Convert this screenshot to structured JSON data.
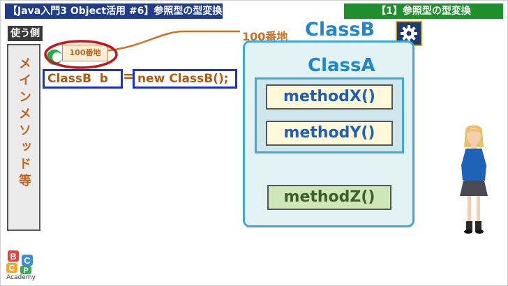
{
  "header": {
    "left_title": "【Java入門3 Object活用 #6】参照型の型変換",
    "right_title": "【1】参照型の型変換"
  },
  "caller": {
    "title": "使う側",
    "vertical_label": "メインメソッド等"
  },
  "code": {
    "declaration": "ClassB  b",
    "equals": "=",
    "instantiation": "new ClassB();"
  },
  "reference": {
    "small_address": "100番地",
    "address_label": "100番地"
  },
  "diagram": {
    "classb_label": "ClassB",
    "classa_label": "ClassA",
    "methods": {
      "x": "methodX()",
      "y": "methodY()",
      "z": "methodZ()"
    }
  },
  "icons": {
    "settings": "gear-icon",
    "character": "girl-character-illustration"
  },
  "logo": {
    "letters": [
      "B",
      "C",
      "C",
      "P"
    ],
    "text": "Academy"
  },
  "colors": {
    "header_left_bg": "#1f3c8f",
    "header_right_bg": "#1f8f2c",
    "class_blue": "#1e88cf",
    "code_orange": "#b05a10",
    "box_border_blue": "#1a2fd6",
    "highlight_red": "#c0181c"
  }
}
